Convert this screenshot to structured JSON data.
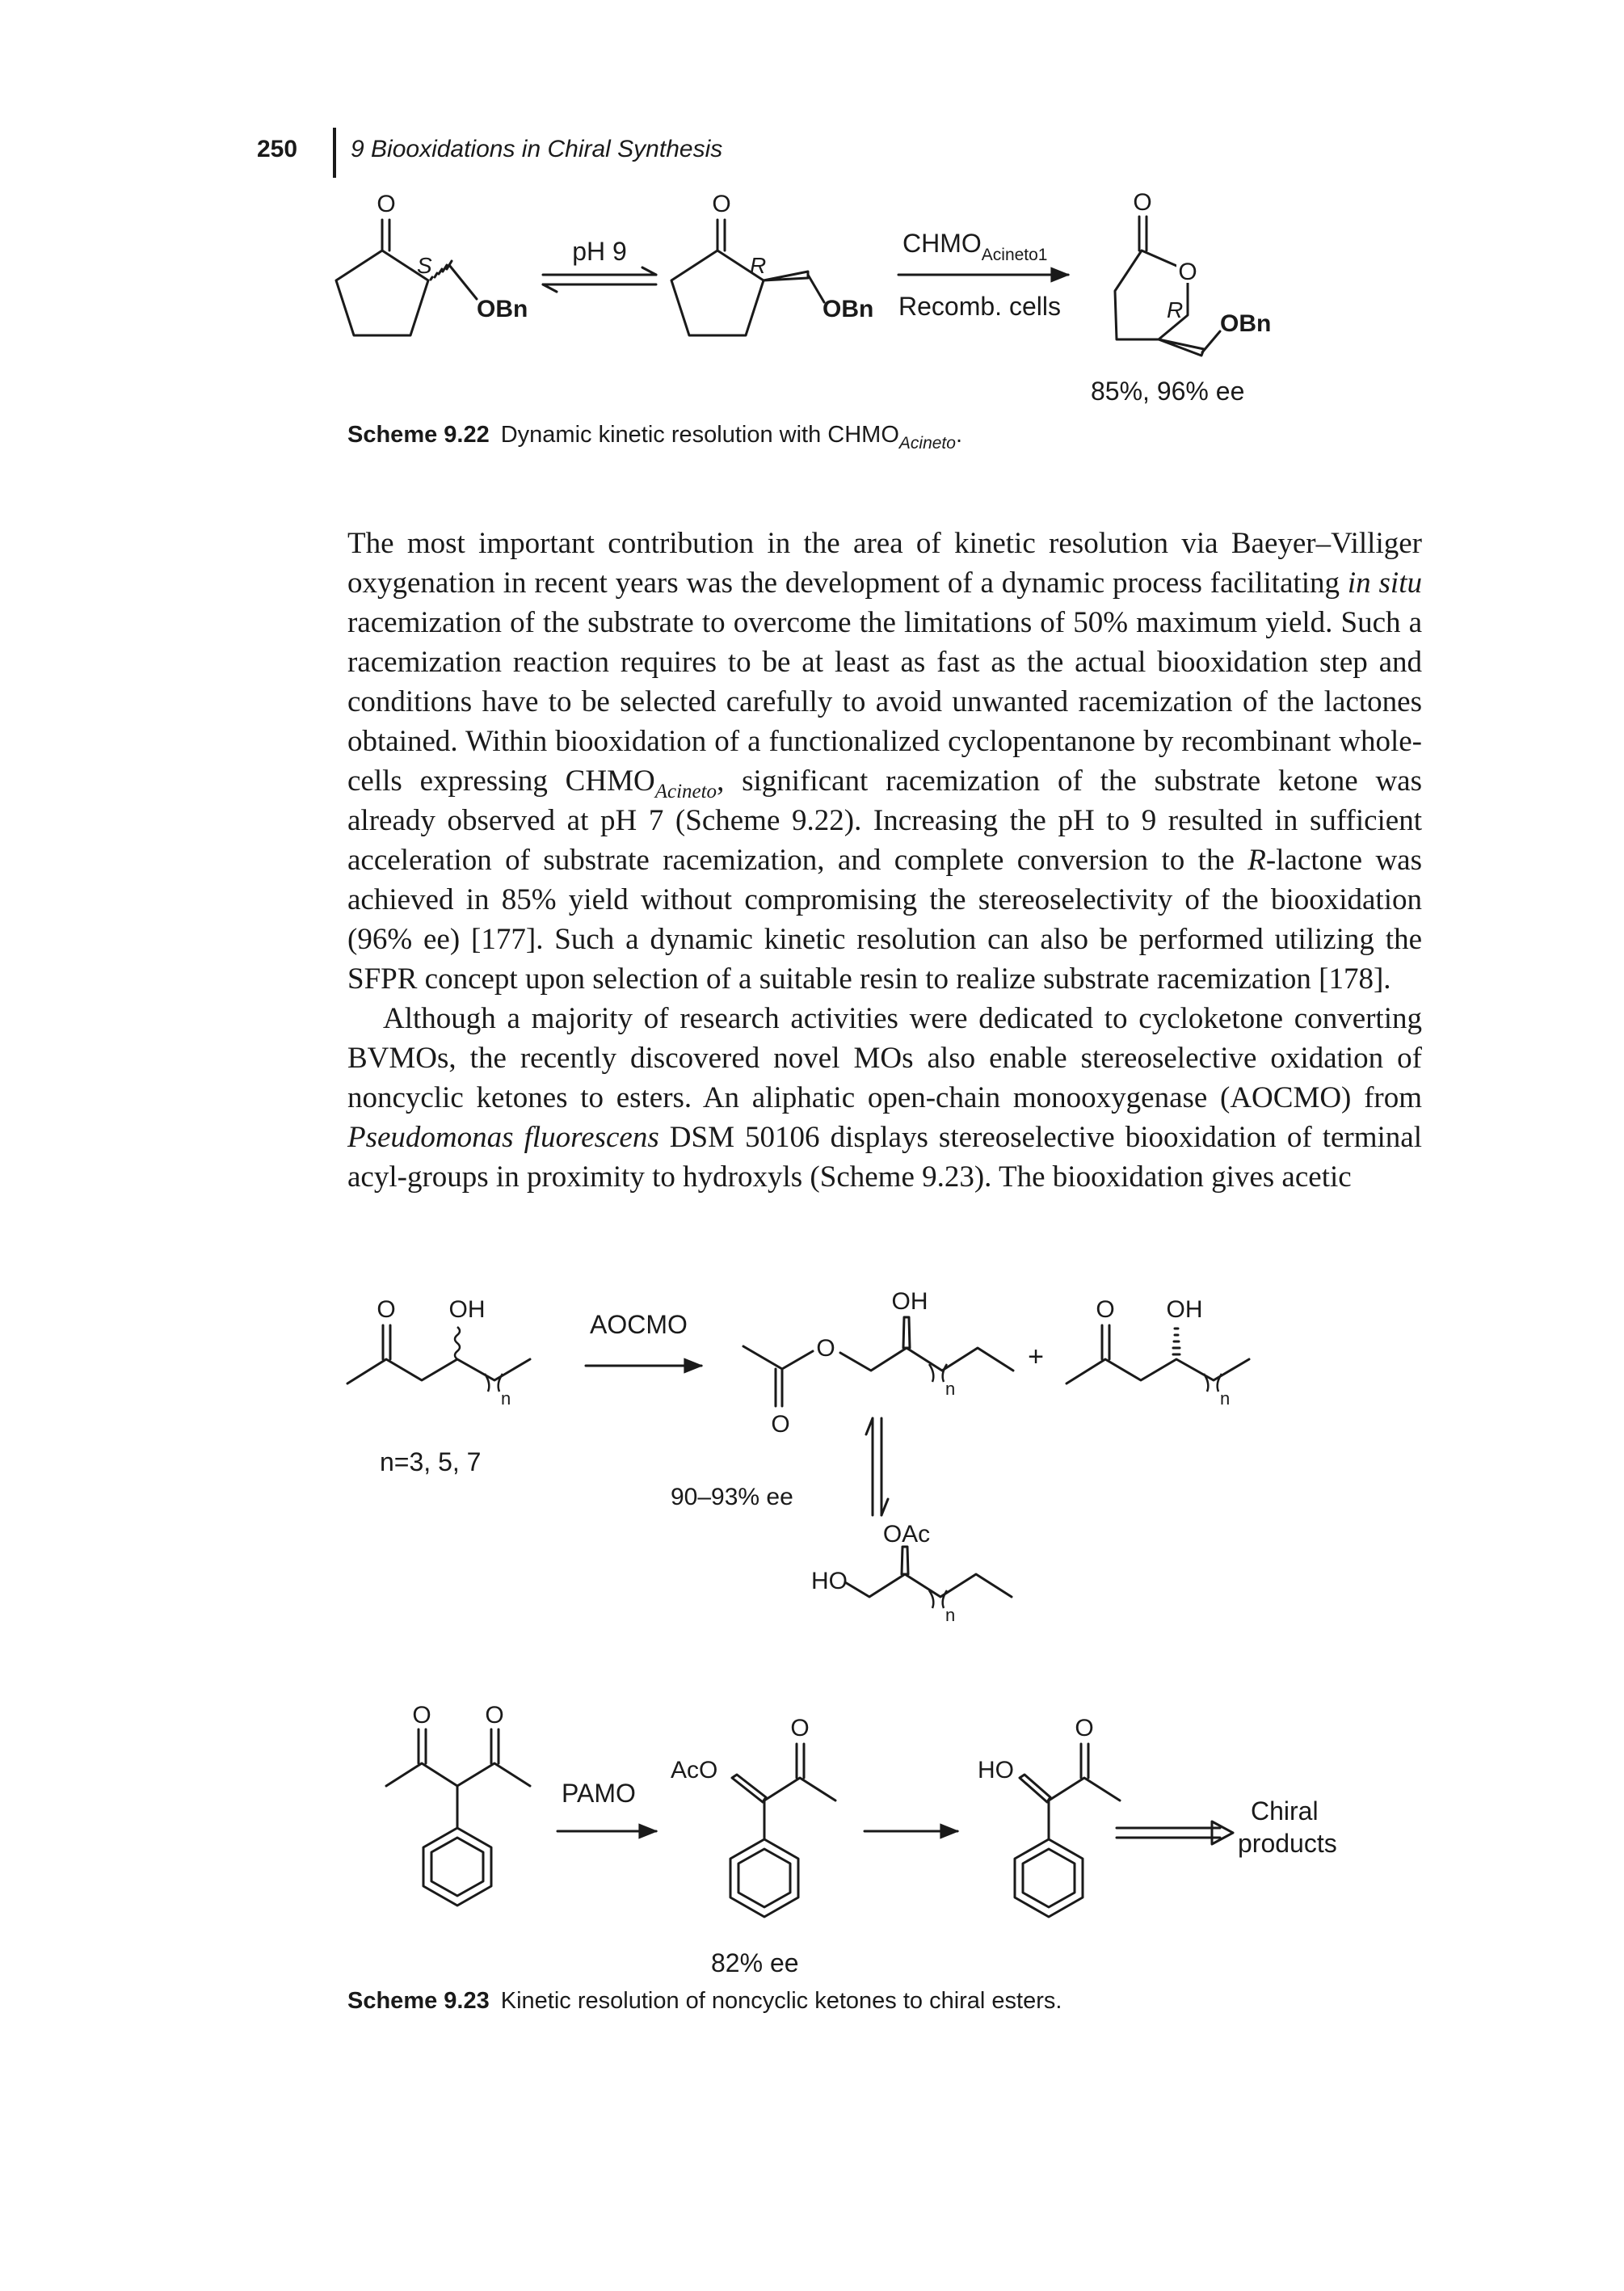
{
  "header": {
    "page_number": "250",
    "chapter_title": "9 Biooxidations in Chiral Synthesis"
  },
  "scheme_922": {
    "label": "Scheme 9.22",
    "caption_text": "Dynamic kinetic resolution with CHMO",
    "caption_sub": "Acineto",
    "caption_end": ".",
    "stereo_s": "S",
    "stereo_r": "R",
    "obn": "OBn",
    "oxygen": "O",
    "ph_condition": "pH 9",
    "enzyme_main": "CHMO",
    "enzyme_sub": "Acineto1",
    "cells": "Recomb. cells",
    "yield": "85%, 96% ee"
  },
  "body": {
    "p1_a": "The most important contribution in the area of kinetic resolution via Baeyer–Villiger oxygenation in recent years was the development of a dynamic process facilitating ",
    "p1_insitu": "in situ",
    "p1_b": " racemization of the substrate to overcome the limitations of 50% maximum yield. Such a racemization reaction requires to be at least as fast as the actual biooxidation step and conditions have to be selected carefully to avoid unwanted racemization of the lactones obtained. Within biooxidation of a functionalized cyclopentanone by recombinant whole-cells expressing CHMO",
    "p1_sub": "Acineto",
    "p1_c": ", significant racemization of the substrate ketone was already observed at pH 7 (Scheme 9.22). Increasing the pH to 9 resulted in sufficient acceleration of substrate racemization, and complete conversion to the ",
    "p1_r": "R",
    "p1_d": "-lactone was achieved in 85% yield without compromising the stereoselectivity of the biooxidation (96% ee) [177]. Such a dynamic kinetic resolution can also be performed utilizing the SFPR concept upon selection of a suitable resin to realize substrate racemization [178].",
    "p2_a": "Although a majority of research activities were dedicated to cycloketone converting BVMOs, the recently discovered novel MOs also enable stereoselective oxidation of noncyclic ketones to esters. An aliphatic open-chain monooxygenase (AOCMO) from ",
    "p2_species": "Pseudomonas fluorescens",
    "p2_b": " DSM 50106 displays stereoselective biooxidation of terminal acyl-groups in proximity to hydroxyls (Scheme 9.23). The biooxidation gives acetic"
  },
  "scheme_923": {
    "label": "Scheme 9.23",
    "caption_text": "Kinetic resolution of noncyclic ketones to chiral esters.",
    "o": "O",
    "oh": "OH",
    "n": "n",
    "n_values": "n=3, 5, 7",
    "aocmo": "AOCMO",
    "plus": "+",
    "ee_top": "90–93% ee",
    "oac": "OAc",
    "ho": "HO",
    "pamo": "PAMO",
    "aco": "AcO",
    "ee_bottom": "82% ee",
    "chiral": "Chiral",
    "products": "products"
  }
}
